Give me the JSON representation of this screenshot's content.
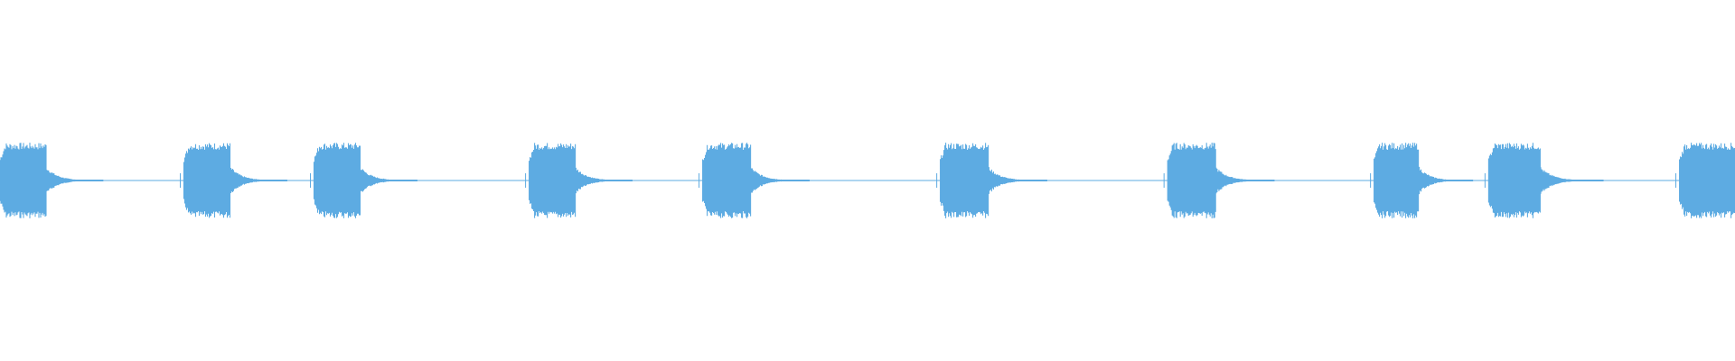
{
  "waveform": {
    "color": "#5DABE2",
    "background": "#FFFFFF",
    "burst_count": 10,
    "amplitude_level": 0.5,
    "baseline_level": 0.005,
    "bursts_start_fraction": [
      0.0,
      0.106,
      0.181,
      0.305,
      0.405,
      0.542,
      0.673,
      0.792,
      0.858,
      0.968
    ],
    "bursts_loud_fraction": [
      0.027,
      0.027,
      0.027,
      0.027,
      0.028,
      0.028,
      0.028,
      0.026,
      0.03,
      0.032
    ]
  }
}
